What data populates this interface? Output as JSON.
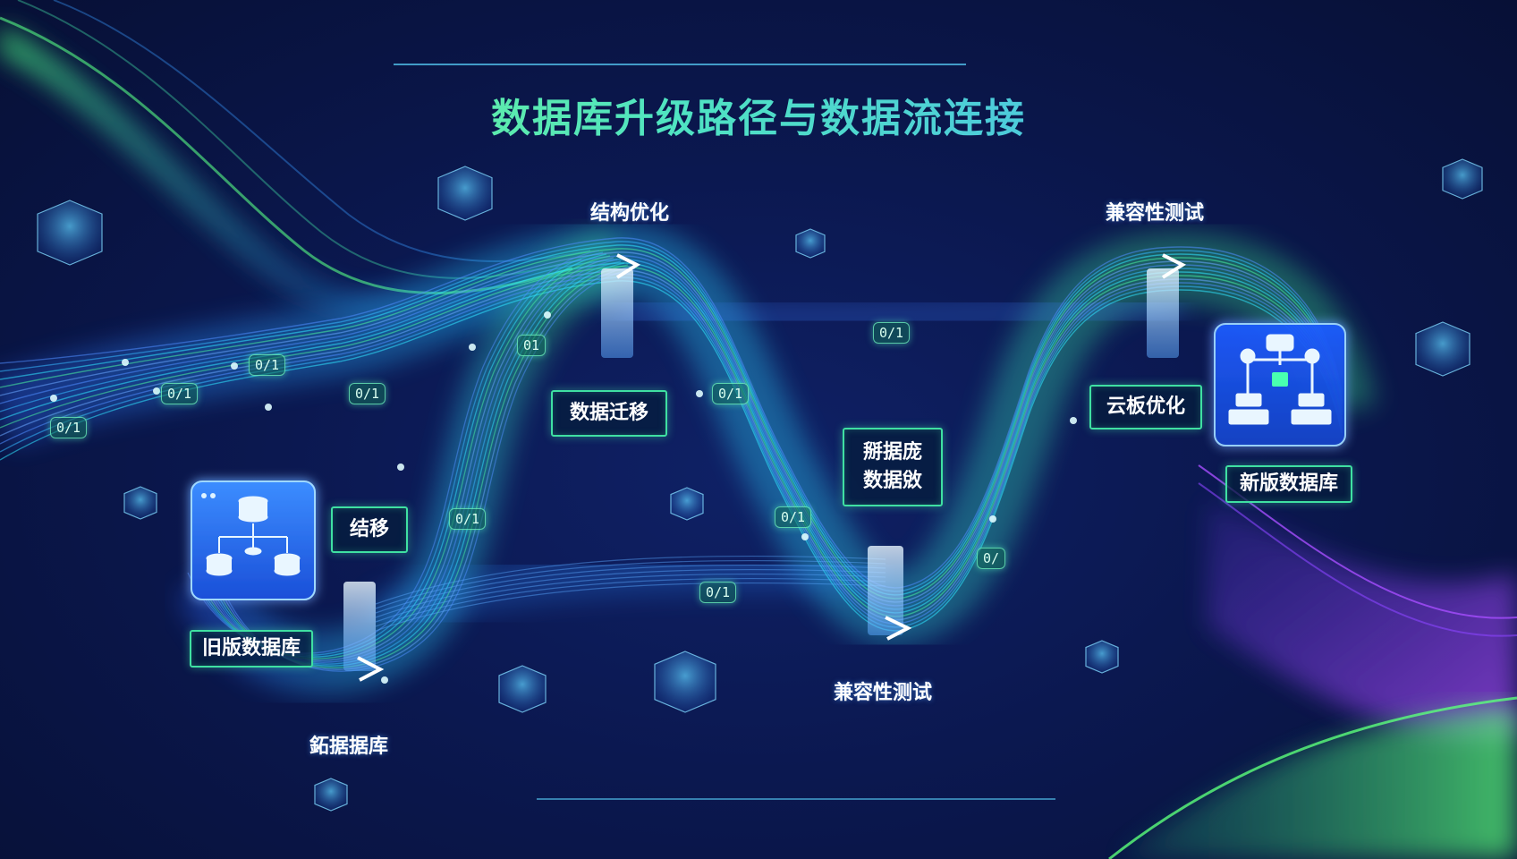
{
  "title": "数据库升级路径与数据流连接",
  "nodes": {
    "old_db": "旧版数据库",
    "new_db": "新版数据库",
    "struct_opt": "结构优化",
    "compat_top": "兼容性测试",
    "compat_bottom": "兼容性测试",
    "bottom_left": "鉐据据库"
  },
  "boxes": {
    "migrate_short": "结移",
    "data_migration": "数据迁移",
    "db_flow_line1": "掰据庞",
    "db_flow_line2": "数据敓",
    "cloud_opt": "云板优化"
  },
  "flow_tags": [
    "0/1",
    "0/1",
    "0/1",
    "01",
    "0/1",
    "0/1",
    "0/1",
    "0/1",
    "0/1",
    "0/1",
    "0/"
  ],
  "icons": {
    "old_db_icon": "database-network-icon",
    "new_db_icon": "server-network-icon"
  },
  "colors": {
    "background": "#0a1440",
    "flow_blue": "#3d7dff",
    "flow_cyan": "#2fe6ff",
    "flow_green": "#37e07a",
    "accent_purple": "#9a4bff",
    "box_border": "#3fe0a2"
  }
}
